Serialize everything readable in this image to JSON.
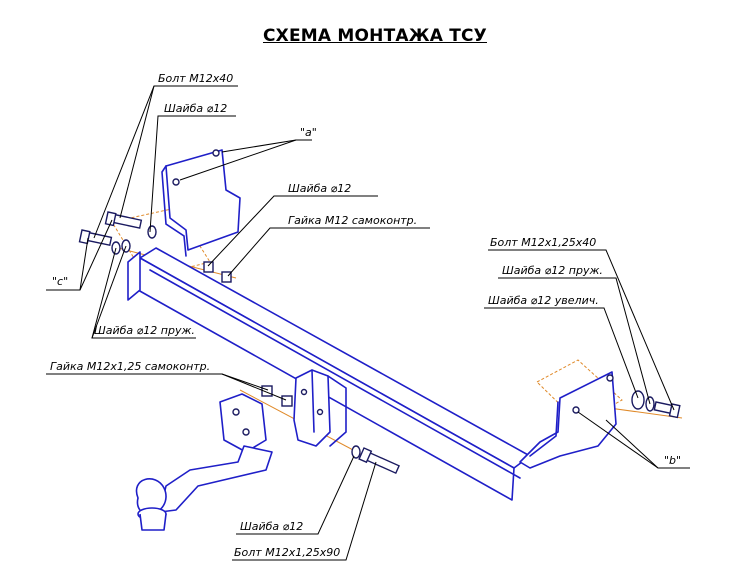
{
  "title": "СХЕМА МОНТАЖА ТСУ",
  "labels": {
    "bolt_m12x40": "Болт М12х40",
    "washer_12_top": "Шайба ⌀12",
    "ref_a": "\"а\"",
    "washer_12_mid": "Шайба ⌀12",
    "nut_m12": "Гайка М12 самоконтр.",
    "ref_c": "\"с\"",
    "washer_12_spring_left": "Шайба ⌀12 пруж.",
    "nut_m12x125": "Гайка М12х1,25 самоконтр.",
    "bolt_m12x125x40": "Болт М12х1,25х40",
    "washer_12_spring_right": "Шайба ⌀12 пруж.",
    "washer_12_enlarged": "Шайба ⌀12 увелич.",
    "ref_b": "\"b\"",
    "washer_12_bottom": "Шайба ⌀12",
    "bolt_m12x125x90": "Болт М12х1,25х90"
  },
  "colors": {
    "part_outline": "#1f1fc8",
    "hardware": "#1a1a60",
    "mounting_plane": "#e08a2a",
    "leader": "#000000"
  }
}
